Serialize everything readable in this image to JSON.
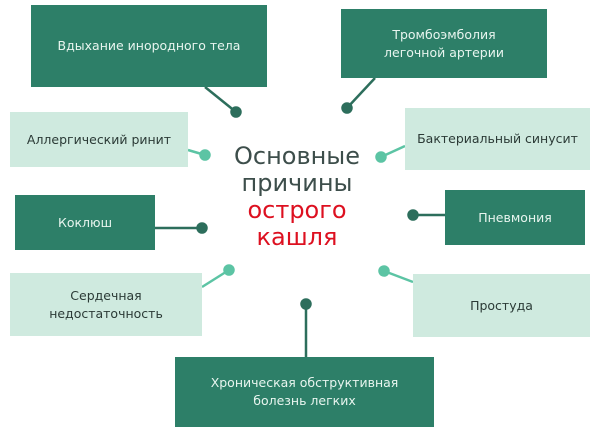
{
  "title": {
    "line1": "Основные",
    "line2": "причины",
    "line3": "острого",
    "line4": "кашля"
  },
  "causes": [
    {
      "label": "Вдыхание инородного тела",
      "style": "dark"
    },
    {
      "label": "Тромбоэмболия легочной артерии",
      "style": "dark"
    },
    {
      "label": "Аллергический ринит",
      "style": "light"
    },
    {
      "label": "Бактериальный синусит",
      "style": "light"
    },
    {
      "label": "Коклюш",
      "style": "dark"
    },
    {
      "label": "Пневмония",
      "style": "dark"
    },
    {
      "label": "Сердечная недостаточность",
      "style": "light"
    },
    {
      "label": "Простуда",
      "style": "light"
    },
    {
      "label": "Хроническая обструктивная болезнь легких",
      "style": "dark"
    }
  ],
  "colors": {
    "dark_box": "#2d7f68",
    "light_box": "#cfeadf",
    "dark_connector": "#2d6e5c",
    "light_connector": "#5cc4a4",
    "title_gray": "#3d4e4b",
    "title_red": "#dd1020"
  }
}
